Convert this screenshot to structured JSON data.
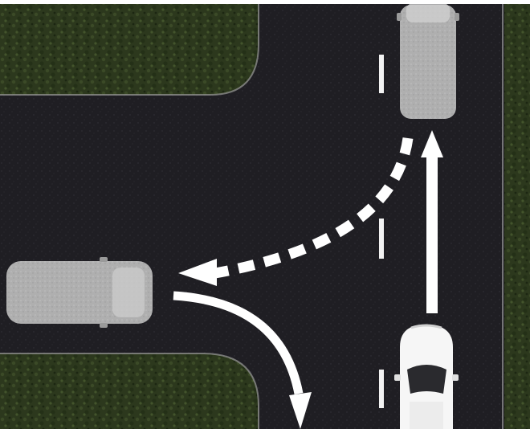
{
  "scene": {
    "description_visible_text": "",
    "colors": {
      "asphalt": "#1e1d22",
      "grass": "#2e3a1f",
      "marking": "#ffffff",
      "vehicle_faded": "#bdbdbd",
      "vehicle_main": "#f4f4f4"
    },
    "vehicles": [
      {
        "role": "oncoming-car",
        "faded": true
      },
      {
        "role": "side-road-car",
        "faded": true
      },
      {
        "role": "own-car",
        "faded": false
      }
    ],
    "arrows": [
      {
        "role": "straight-ahead",
        "style": "solid"
      },
      {
        "role": "left-turn",
        "style": "dashed"
      },
      {
        "role": "right-turn",
        "style": "solid"
      }
    ]
  }
}
